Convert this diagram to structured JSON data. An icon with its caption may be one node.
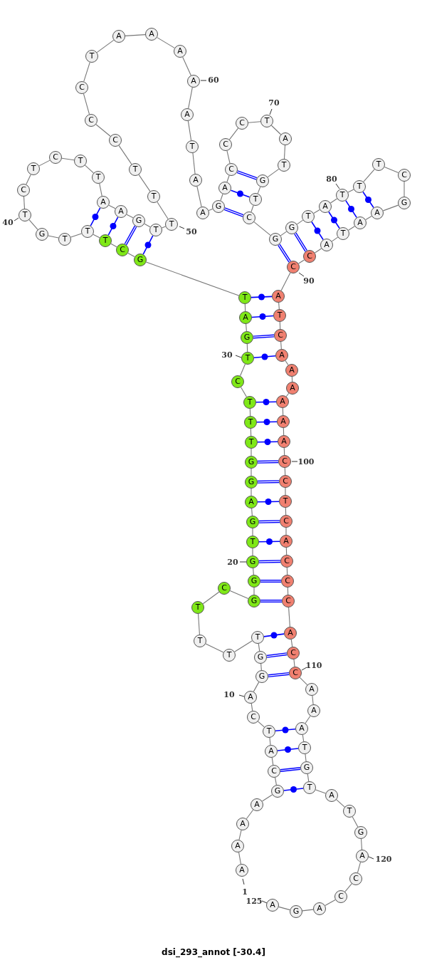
{
  "diagram": {
    "caption": "dsi_293_annot [-30.4]",
    "nodes": [
      {
        "text": [
          "A"
        ],
        "beside": [
          "1"
        ]
      },
      {
        "text": [
          "A"
        ]
      },
      {
        "text": [
          "A"
        ]
      },
      {
        "text": [
          "A"
        ]
      },
      {
        "text": [
          "G"
        ]
      },
      {
        "text": [
          "C"
        ]
      },
      {
        "text": [
          "A"
        ]
      },
      {
        "text": [
          "T"
        ]
      },
      {
        "text": [
          "C"
        ]
      },
      {
        "text": [
          "A"
        ],
        "beside": [
          "10"
        ]
      },
      {
        "text": [
          "G"
        ]
      },
      {
        "text": [
          "G"
        ]
      },
      {
        "text": [
          "T"
        ]
      },
      {
        "text": [
          "T"
        ]
      },
      {
        "text": [
          "T"
        ]
      },
      {
        "text": [
          "T"
        ]
      },
      {
        "text": [
          "C"
        ]
      },
      {
        "text": [
          "G"
        ]
      },
      {
        "text": [
          "G"
        ]
      },
      {
        "text": [
          "G"
        ],
        "beside": [
          "20"
        ]
      },
      {
        "text": [
          "T"
        ]
      },
      {
        "text": [
          "G"
        ]
      },
      {
        "text": [
          "A"
        ]
      },
      {
        "text": [
          "G"
        ]
      },
      {
        "text": [
          "G"
        ]
      },
      {
        "text": [
          "T"
        ]
      },
      {
        "text": [
          "T"
        ]
      },
      {
        "text": [
          "T"
        ]
      },
      {
        "text": [
          "C"
        ]
      },
      {
        "text": [
          "T"
        ],
        "beside": [
          "30"
        ]
      },
      {
        "text": [
          "G"
        ]
      },
      {
        "text": [
          "A"
        ]
      },
      {
        "text": [
          "T"
        ]
      },
      {
        "text": [
          "G"
        ]
      },
      {
        "text": [
          "C"
        ]
      },
      {
        "text": [
          "T"
        ]
      },
      {
        "text": [
          "T"
        ]
      },
      {
        "text": [
          "T"
        ]
      },
      {
        "text": [
          "G"
        ]
      },
      {
        "text": [
          "T"
        ],
        "beside": [
          "40"
        ]
      },
      {
        "text": [
          "C"
        ]
      },
      {
        "text": [
          "T"
        ]
      },
      {
        "text": [
          "C"
        ]
      },
      {
        "text": [
          "T"
        ]
      },
      {
        "text": [
          "T"
        ]
      },
      {
        "text": [
          "A"
        ]
      },
      {
        "text": [
          "A"
        ]
      },
      {
        "text": [
          "G"
        ]
      },
      {
        "text": [
          "T"
        ]
      },
      {
        "text": [
          "T"
        ],
        "beside": [
          "50"
        ]
      },
      {
        "text": [
          "T"
        ]
      },
      {
        "text": [
          "T"
        ]
      },
      {
        "text": [
          "C"
        ]
      },
      {
        "text": [
          "C"
        ]
      },
      {
        "text": [
          "C"
        ]
      },
      {
        "text": [
          "T"
        ]
      },
      {
        "text": [
          "A"
        ]
      },
      {
        "text": [
          "A"
        ]
      },
      {
        "text": [
          "A"
        ]
      },
      {
        "text": [
          "A"
        ],
        "beside": [
          "60"
        ]
      },
      {
        "text": [
          "A"
        ]
      },
      {
        "text": [
          "T"
        ]
      },
      {
        "text": [
          "A"
        ]
      },
      {
        "text": [
          "A"
        ]
      },
      {
        "text": [
          "G"
        ]
      },
      {
        "text": [
          "A"
        ]
      },
      {
        "text": [
          "C"
        ]
      },
      {
        "text": [
          "C"
        ]
      },
      {
        "text": [
          "C"
        ]
      },
      {
        "text": [
          "T"
        ],
        "beside": [
          "70"
        ]
      },
      {
        "text": [
          "A"
        ]
      },
      {
        "text": [
          "T"
        ]
      },
      {
        "text": [
          "G"
        ]
      },
      {
        "text": [
          "T"
        ]
      },
      {
        "text": [
          "C"
        ]
      },
      {
        "text": [
          "G"
        ]
      },
      {
        "text": [
          "G"
        ]
      },
      {
        "text": [
          "T"
        ]
      },
      {
        "text": [
          "A"
        ]
      },
      {
        "text": [
          "T"
        ],
        "beside": [
          "80"
        ]
      },
      {
        "text": [
          "T"
        ]
      },
      {
        "text": [
          "T"
        ]
      },
      {
        "text": [
          "C"
        ]
      },
      {
        "text": [
          "G"
        ]
      },
      {
        "text": [
          "A"
        ]
      },
      {
        "text": [
          "A"
        ]
      },
      {
        "text": [
          "T"
        ]
      },
      {
        "text": [
          "A"
        ]
      },
      {
        "text": [
          "C"
        ]
      },
      {
        "text": [
          "C"
        ],
        "beside": [
          "90"
        ]
      },
      {
        "text": [
          "A"
        ]
      },
      {
        "text": [
          "T"
        ]
      },
      {
        "text": [
          "C"
        ]
      },
      {
        "text": [
          "A"
        ]
      },
      {
        "text": [
          "A"
        ]
      },
      {
        "text": [
          "A"
        ]
      },
      {
        "text": [
          "A"
        ]
      },
      {
        "text": [
          "A"
        ]
      },
      {
        "text": [
          "A"
        ]
      },
      {
        "text": [
          "C"
        ],
        "beside": [
          "100"
        ]
      },
      {
        "text": [
          "C"
        ]
      },
      {
        "text": [
          "T"
        ]
      },
      {
        "text": [
          "C"
        ]
      },
      {
        "text": [
          "A"
        ]
      },
      {
        "text": [
          "C"
        ]
      },
      {
        "text": [
          "C"
        ]
      },
      {
        "text": [
          "C"
        ]
      },
      {
        "text": [
          "A"
        ]
      },
      {
        "text": [
          "C"
        ]
      },
      {
        "text": [
          "C"
        ],
        "beside": [
          "110"
        ]
      },
      {
        "text": [
          "A"
        ]
      },
      {
        "text": [
          "A"
        ]
      },
      {
        "text": [
          "A"
        ]
      },
      {
        "text": [
          "T"
        ]
      },
      {
        "text": [
          "G"
        ]
      },
      {
        "text": [
          "T"
        ]
      },
      {
        "text": [
          "A"
        ]
      },
      {
        "text": [
          "T"
        ]
      },
      {
        "text": [
          "G"
        ]
      },
      {
        "text": [
          "A"
        ],
        "beside": [
          "120"
        ]
      },
      {
        "text": [
          "C"
        ]
      },
      {
        "text": [
          "C"
        ]
      },
      {
        "text": [
          "A"
        ]
      },
      {
        "text": [
          "G"
        ]
      },
      {
        "text": [
          "A"
        ],
        "beside": [
          "125"
        ]
      }
    ],
    "edges": [
      {
        "from": 0,
        "to": 1,
        "arrow": "none"
      },
      {
        "from": 1,
        "to": 2,
        "arrow": "none"
      },
      {
        "from": 2,
        "to": 3,
        "arrow": "none"
      },
      {
        "from": 3,
        "to": 4,
        "arrow": "none"
      },
      {
        "from": 4,
        "to": 5,
        "arrow": "none"
      },
      {
        "from": 5,
        "to": 6,
        "arrow": "none"
      },
      {
        "from": 6,
        "to": 7,
        "arrow": "none"
      },
      {
        "from": 7,
        "to": 8,
        "arrow": "none"
      },
      {
        "from": 8,
        "to": 9,
        "arrow": "none"
      },
      {
        "from": 9,
        "to": 10,
        "arrow": "none"
      },
      {
        "from": 10,
        "to": 11,
        "arrow": "none"
      },
      {
        "from": 11,
        "to": 12,
        "arrow": "none"
      },
      {
        "from": 12,
        "to": 13,
        "arrow": "none"
      },
      {
        "from": 13,
        "to": 14,
        "arrow": "none"
      },
      {
        "from": 14,
        "to": 15,
        "arrow": "none"
      },
      {
        "from": 15,
        "to": 16,
        "arrow": "none"
      },
      {
        "from": 16,
        "to": 17,
        "arrow": "none"
      },
      {
        "from": 17,
        "to": 18,
        "arrow": "none"
      },
      {
        "from": 18,
        "to": 19,
        "arrow": "none"
      },
      {
        "from": 19,
        "to": 20,
        "arrow": "none"
      },
      {
        "from": 20,
        "to": 21,
        "arrow": "none"
      },
      {
        "from": 21,
        "to": 22,
        "arrow": "none"
      },
      {
        "from": 22,
        "to": 23,
        "arrow": "none"
      },
      {
        "from": 23,
        "to": 24,
        "arrow": "none"
      },
      {
        "from": 24,
        "to": 25,
        "arrow": "none"
      },
      {
        "from": 25,
        "to": 26,
        "arrow": "none"
      },
      {
        "from": 26,
        "to": 27,
        "arrow": "none"
      },
      {
        "from": 27,
        "to": 28,
        "arrow": "none"
      },
      {
        "from": 28,
        "to": 29,
        "arrow": "none"
      },
      {
        "from": 29,
        "to": 30,
        "arrow": "none"
      },
      {
        "from": 30,
        "to": 31,
        "arrow": "none"
      },
      {
        "from": 31,
        "to": 32,
        "arrow": "none"
      },
      {
        "from": 32,
        "to": 33,
        "arrow": "none"
      },
      {
        "from": 33,
        "to": 34,
        "arrow": "none"
      },
      {
        "from": 34,
        "to": 35,
        "arrow": "none"
      },
      {
        "from": 35,
        "to": 36,
        "arrow": "none"
      },
      {
        "from": 36,
        "to": 37,
        "arrow": "none"
      },
      {
        "from": 37,
        "to": 38,
        "arrow": "none"
      },
      {
        "from": 38,
        "to": 39,
        "arrow": "none"
      },
      {
        "from": 39,
        "to": 40,
        "arrow": "none"
      },
      {
        "from": 40,
        "to": 41,
        "arrow": "none"
      },
      {
        "from": 41,
        "to": 42,
        "arrow": "none"
      },
      {
        "from": 42,
        "to": 43,
        "arrow": "none"
      },
      {
        "from": 43,
        "to": 44,
        "arrow": "none"
      },
      {
        "from": 44,
        "to": 45,
        "arrow": "none"
      },
      {
        "from": 45,
        "to": 46,
        "arrow": "none"
      },
      {
        "from": 46,
        "to": 47,
        "arrow": "none"
      },
      {
        "from": 47,
        "to": 48,
        "arrow": "none"
      },
      {
        "from": 48,
        "to": 49,
        "arrow": "none"
      },
      {
        "from": 49,
        "to": 50,
        "arrow": "none"
      },
      {
        "from": 50,
        "to": 51,
        "arrow": "none"
      },
      {
        "from": 51,
        "to": 52,
        "arrow": "none"
      },
      {
        "from": 52,
        "to": 53,
        "arrow": "none"
      },
      {
        "from": 53,
        "to": 54,
        "arrow": "none"
      },
      {
        "from": 54,
        "to": 55,
        "arrow": "none"
      },
      {
        "from": 55,
        "to": 56,
        "arrow": "none"
      },
      {
        "from": 56,
        "to": 57,
        "arrow": "none"
      },
      {
        "from": 57,
        "to": 58,
        "arrow": "none"
      },
      {
        "from": 58,
        "to": 59,
        "arrow": "none"
      },
      {
        "from": 59,
        "to": 60,
        "arrow": "none"
      },
      {
        "from": 60,
        "to": 61,
        "arrow": "none"
      },
      {
        "from": 61,
        "to": 62,
        "arrow": "none"
      },
      {
        "from": 62,
        "to": 63,
        "arrow": "none"
      },
      {
        "from": 63,
        "to": 64,
        "arrow": "none"
      },
      {
        "from": 64,
        "to": 65,
        "arrow": "none"
      },
      {
        "from": 65,
        "to": 66,
        "arrow": "none"
      },
      {
        "from": 66,
        "to": 67,
        "arrow": "none"
      },
      {
        "from": 67,
        "to": 68,
        "arrow": "none"
      },
      {
        "from": 68,
        "to": 69,
        "arrow": "none"
      },
      {
        "from": 69,
        "to": 70,
        "arrow": "none"
      },
      {
        "from": 70,
        "to": 71,
        "arrow": "none"
      },
      {
        "from": 71,
        "to": 72,
        "arrow": "none"
      },
      {
        "from": 72,
        "to": 73,
        "arrow": "none"
      },
      {
        "from": 73,
        "to": 74,
        "arrow": "none"
      },
      {
        "from": 74,
        "to": 75,
        "arrow": "none"
      },
      {
        "from": 75,
        "to": 76,
        "arrow": "none"
      },
      {
        "from": 76,
        "to": 77,
        "arrow": "none"
      },
      {
        "from": 77,
        "to": 78,
        "arrow": "none"
      },
      {
        "from": 78,
        "to": 79,
        "arrow": "none"
      },
      {
        "from": 79,
        "to": 80,
        "arrow": "none"
      },
      {
        "from": 80,
        "to": 81,
        "arrow": "none"
      },
      {
        "from": 81,
        "to": 82,
        "arrow": "none"
      },
      {
        "from": 82,
        "to": 83,
        "arrow": "none"
      },
      {
        "from": 83,
        "to": 84,
        "arrow": "none"
      },
      {
        "from": 84,
        "to": 85,
        "arrow": "none"
      },
      {
        "from": 85,
        "to": 86,
        "arrow": "none"
      },
      {
        "from": 86,
        "to": 87,
        "arrow": "none"
      },
      {
        "from": 87,
        "to": 88,
        "arrow": "none"
      },
      {
        "from": 88,
        "to": 89,
        "arrow": "none"
      },
      {
        "from": 89,
        "to": 90,
        "arrow": "none"
      },
      {
        "from": 90,
        "to": 91,
        "arrow": "none"
      },
      {
        "from": 91,
        "to": 92,
        "arrow": "none"
      },
      {
        "from": 92,
        "to": 93,
        "arrow": "none"
      },
      {
        "from": 93,
        "to": 94,
        "arrow": "none"
      },
      {
        "from": 94,
        "to": 95,
        "arrow": "none"
      },
      {
        "from": 95,
        "to": 96,
        "arrow": "none"
      },
      {
        "from": 96,
        "to": 97,
        "arrow": "none"
      },
      {
        "from": 97,
        "to": 98,
        "arrow": "none"
      },
      {
        "from": 98,
        "to": 99,
        "arrow": "none"
      },
      {
        "from": 99,
        "to": 100,
        "arrow": "none"
      },
      {
        "from": 100,
        "to": 101,
        "arrow": "none"
      },
      {
        "from": 101,
        "to": 102,
        "arrow": "none"
      },
      {
        "from": 102,
        "to": 103,
        "arrow": "none"
      },
      {
        "from": 103,
        "to": 104,
        "arrow": "none"
      },
      {
        "from": 104,
        "to": 105,
        "arrow": "none"
      },
      {
        "from": 105,
        "to": 106,
        "arrow": "none"
      },
      {
        "from": 106,
        "to": 107,
        "arrow": "none"
      },
      {
        "from": 107,
        "to": 108,
        "arrow": "none"
      },
      {
        "from": 108,
        "to": 109,
        "arrow": "none"
      },
      {
        "from": 109,
        "to": 110,
        "arrow": "none"
      },
      {
        "from": 110,
        "to": 111,
        "arrow": "none"
      },
      {
        "from": 111,
        "to": 112,
        "arrow": "none"
      },
      {
        "from": 112,
        "to": 113,
        "arrow": "none"
      },
      {
        "from": 113,
        "to": 114,
        "arrow": "none"
      },
      {
        "from": 114,
        "to": 115,
        "arrow": "none"
      },
      {
        "from": 115,
        "to": 116,
        "arrow": "none"
      },
      {
        "from": 116,
        "to": 117,
        "arrow": "none"
      },
      {
        "from": 117,
        "to": 118,
        "arrow": "none"
      },
      {
        "from": 118,
        "to": 119,
        "arrow": "none"
      },
      {
        "from": 119,
        "to": 120,
        "arrow": "none"
      },
      {
        "from": 120,
        "to": 121,
        "arrow": "none"
      },
      {
        "from": 121,
        "to": 122,
        "arrow": "none"
      },
      {
        "from": 122,
        "to": 123,
        "arrow": "none"
      },
      {
        "from": 123,
        "to": 124,
        "arrow": "none"
      },
      {
        "from": 4,
        "to": 115,
        "arrow": "none",
        "color": "#0000ff"
      },
      {
        "from": 5,
        "to": 114,
        "arrow": "none",
        "style": "thick",
        "color": "#0000ff"
      },
      {
        "from": 6,
        "to": 113,
        "arrow": "none",
        "color": "#0000ff"
      },
      {
        "from": 7,
        "to": 112,
        "arrow": "none",
        "color": "#0000ff"
      },
      {
        "from": 10,
        "to": 109,
        "arrow": "none",
        "style": "thick",
        "color": "#0000ff"
      },
      {
        "from": 11,
        "to": 108,
        "arrow": "none",
        "style": "thick",
        "color": "#0000ff"
      },
      {
        "from": 12,
        "to": 107,
        "arrow": "none",
        "color": "#0000ff"
      },
      {
        "from": 17,
        "to": 106,
        "arrow": "none",
        "style": "thick",
        "color": "#0000ff"
      },
      {
        "from": 18,
        "to": 105,
        "arrow": "none",
        "style": "thick",
        "color": "#0000ff"
      },
      {
        "from": 19,
        "to": 104,
        "arrow": "none",
        "style": "thick",
        "color": "#0000ff"
      },
      {
        "from": 20,
        "to": 103,
        "arrow": "none",
        "color": "#0000ff"
      },
      {
        "from": 21,
        "to": 102,
        "arrow": "none",
        "style": "thick",
        "color": "#0000ff"
      },
      {
        "from": 22,
        "to": 101,
        "arrow": "none",
        "color": "#0000ff"
      },
      {
        "from": 23,
        "to": 100,
        "arrow": "none",
        "style": "thick",
        "color": "#0000ff"
      },
      {
        "from": 24,
        "to": 99,
        "arrow": "none",
        "style": "thick",
        "color": "#0000ff"
      },
      {
        "from": 25,
        "to": 98,
        "arrow": "none",
        "color": "#0000ff"
      },
      {
        "from": 26,
        "to": 97,
        "arrow": "none",
        "color": "#0000ff"
      },
      {
        "from": 27,
        "to": 96,
        "arrow": "none",
        "color": "#0000ff"
      },
      {
        "from": 29,
        "to": 93,
        "arrow": "none",
        "color": "#0000ff"
      },
      {
        "from": 30,
        "to": 92,
        "arrow": "none",
        "style": "thick",
        "color": "#0000ff"
      },
      {
        "from": 31,
        "to": 91,
        "arrow": "none",
        "color": "#0000ff"
      },
      {
        "from": 32,
        "to": 90,
        "arrow": "none",
        "color": "#0000ff"
      },
      {
        "from": 33,
        "to": 48,
        "arrow": "none",
        "color": "#0000ff"
      },
      {
        "from": 34,
        "to": 47,
        "arrow": "none",
        "style": "thick",
        "color": "#0000ff"
      },
      {
        "from": 35,
        "to": 46,
        "arrow": "none",
        "color": "#0000ff"
      },
      {
        "from": 36,
        "to": 45,
        "arrow": "none",
        "color": "#0000ff"
      },
      {
        "from": 64,
        "to": 74,
        "arrow": "none",
        "style": "thick",
        "color": "#0000ff"
      },
      {
        "from": 65,
        "to": 73,
        "arrow": "none",
        "color": "#0000ff"
      },
      {
        "from": 66,
        "to": 72,
        "arrow": "none",
        "style": "thick",
        "color": "#0000ff"
      },
      {
        "from": 75,
        "to": 89,
        "arrow": "none",
        "style": "thick",
        "color": "#0000ff"
      },
      {
        "from": 76,
        "to": 88,
        "arrow": "none",
        "style": "thick",
        "color": "#0000ff"
      },
      {
        "from": 77,
        "to": 87,
        "arrow": "none",
        "color": "#0000ff"
      },
      {
        "from": 78,
        "to": 86,
        "arrow": "none",
        "color": "#0000ff"
      },
      {
        "from": 79,
        "to": 85,
        "arrow": "none",
        "color": "#0000ff"
      },
      {
        "from": 80,
        "to": 84,
        "arrow": "none",
        "color": "#0000ff"
      }
    ]
  }
}
